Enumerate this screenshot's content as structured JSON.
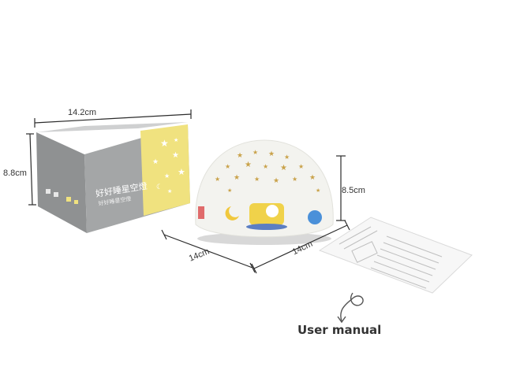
{
  "dimensions": {
    "box_width": "14.2cm",
    "box_height": "8.8cm",
    "lamp_height": "8.5cm",
    "lamp_depth": "14cm",
    "lamp_width": "14cm"
  },
  "box_print": {
    "title": "好好睡星空燈",
    "subtitle": "好好睡星空燈"
  },
  "labels": {
    "user_manual": "User manual"
  },
  "colors": {
    "box_grey": "#9b9d9e",
    "box_yellow": "#efe07a",
    "lamp_white": "#f3f3ef",
    "line": "#2b2b2b"
  }
}
